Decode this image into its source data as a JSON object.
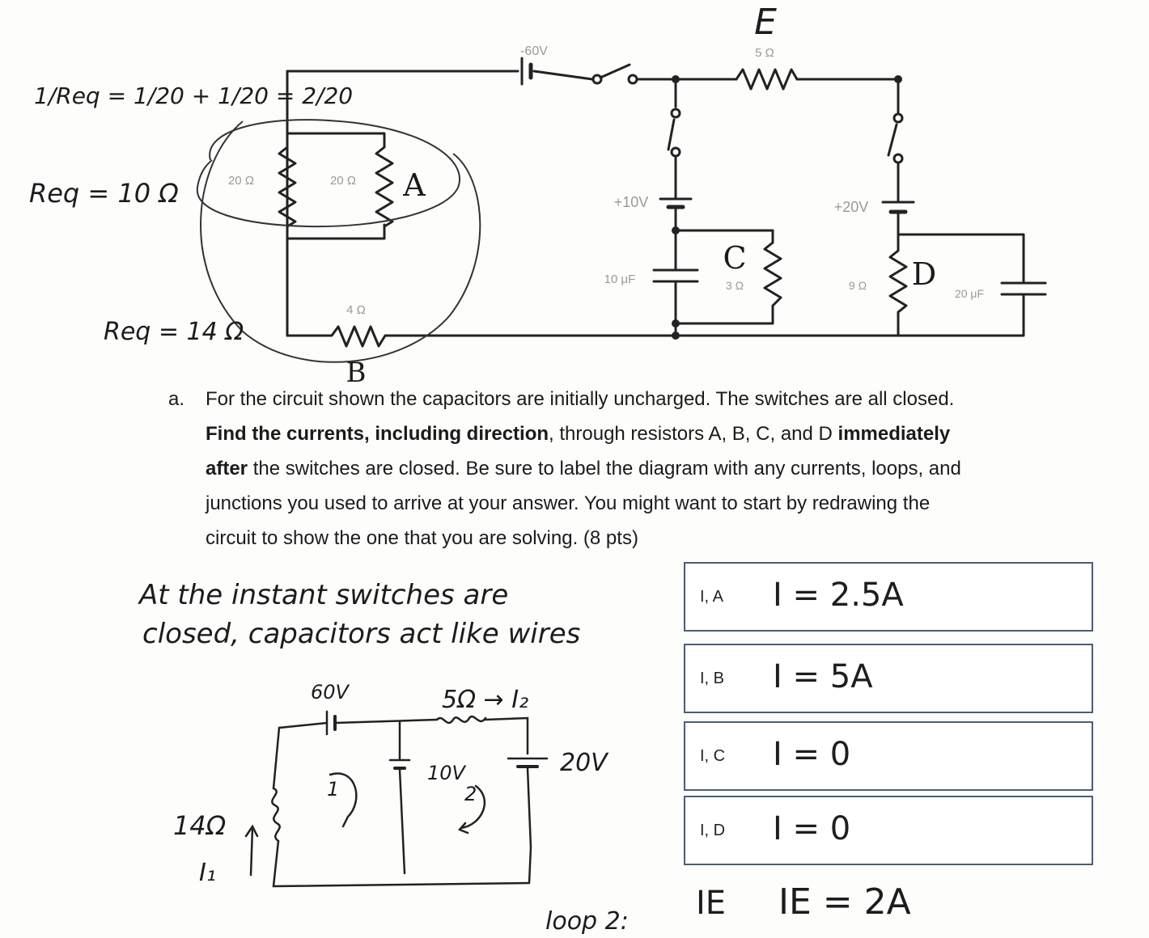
{
  "circuit": {
    "battery_main": "-60V",
    "battery_mid": "+10V",
    "battery_right": "+20V",
    "res_top": "5 Ω",
    "res_a1": "20 Ω",
    "res_a2": "20 Ω",
    "res_b": "4 Ω",
    "res_c": "3 Ω",
    "res_d": "9 Ω",
    "cap_mid": "10 μF",
    "cap_right": "20 μF",
    "label_a": "A",
    "label_b": "B",
    "label_c": "C",
    "label_d": "D",
    "label_e": "E"
  },
  "notes_left": {
    "eq_top": "1/Req = 1/20 + 1/20 = 2/20",
    "eq_req": "Req = 10 Ω",
    "eq_req2": "Req = 14 Ω"
  },
  "question": {
    "letter": "a.",
    "t1": "For the circuit shown the capacitors are initially uncharged. The switches are all closed.",
    "t2_bold": "Find the currents, including direction",
    "t2_rest": ", through resistors A, B, C, and D",
    "t2_bold2": " immediately",
    "t3_bold": "after",
    "t3_rest": " the switches are closed.  Be sure to label the diagram with any currents, loops, and",
    "t4": "junctions you used to arrive at your answer. You might want to start by redrawing the",
    "t5": "circuit to show the one that you are solving. (8 pts)"
  },
  "work": {
    "line1": "At the instant switches are",
    "line2": "closed, capacitors act like wires",
    "sk_60v": "60V",
    "sk_5ohm": "5Ω → I₂",
    "sk_10v": "10V",
    "sk_20v": "20V",
    "sk_14ohm": "14Ω",
    "sk_i1": "I₁",
    "sk_loop1": "1",
    "sk_loop2": "2",
    "loop2": "loop 2:"
  },
  "answers": [
    {
      "key": "I, A",
      "value": "I = 2.5A"
    },
    {
      "key": "I, B",
      "value": "I = 5A"
    },
    {
      "key": "I, C",
      "value": "I = 0"
    },
    {
      "key": "I, D",
      "value": "I = 0"
    }
  ],
  "extra": {
    "ie_label": "IE",
    "ie_value": "IE = 2A"
  }
}
